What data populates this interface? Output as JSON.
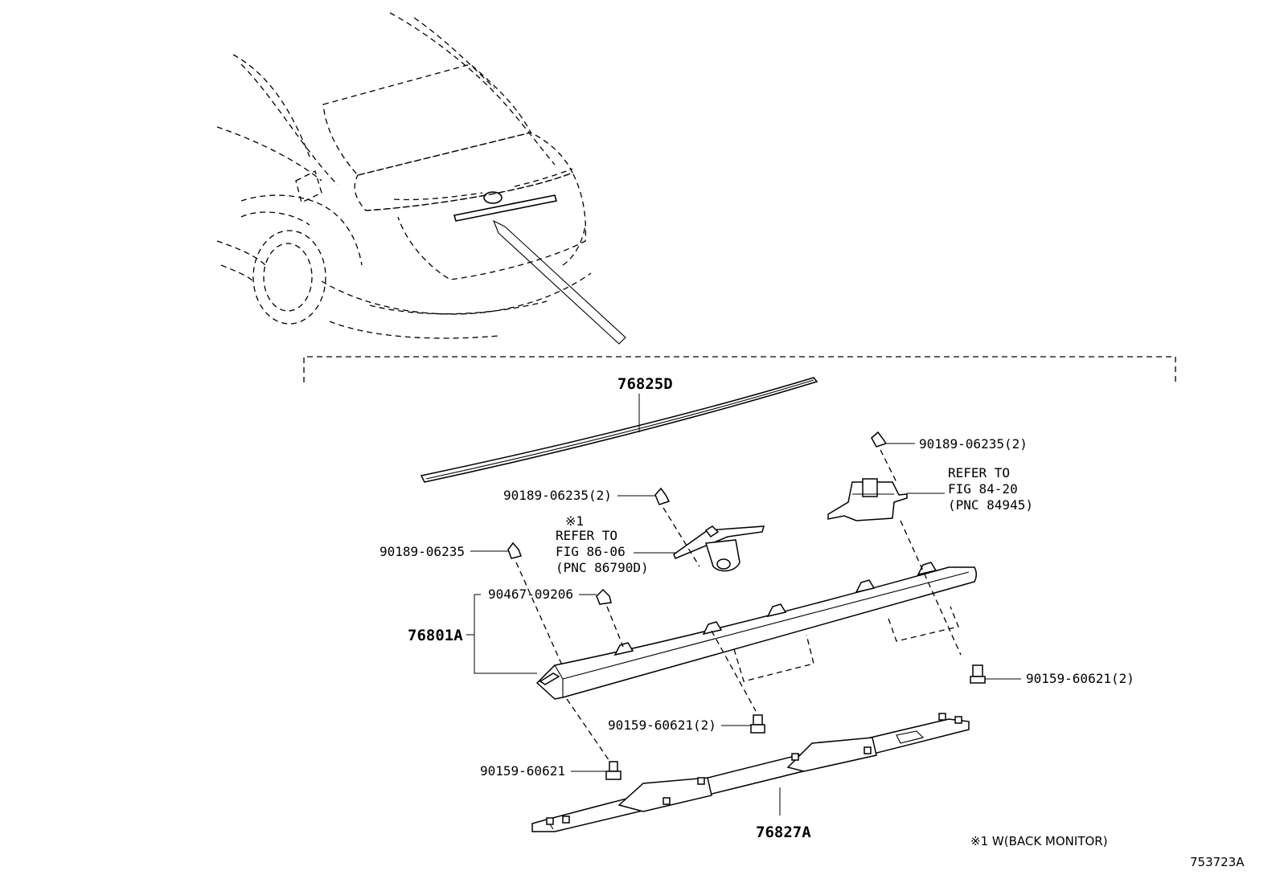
{
  "callouts": {
    "p76825D": "76825D",
    "p90189_top_right": "90189-06235(2)",
    "refer_right_1": "REFER TO",
    "refer_right_2": "FIG 84-20",
    "refer_right_3": "(PNC 84945)",
    "p90189_mid": "90189-06235(2)",
    "note_mark": "※1",
    "refer_left_1": "REFER TO",
    "refer_left_2": "FIG 86-06",
    "refer_left_3": "(PNC 86790D)",
    "p90189_left": "90189-06235",
    "p90467": "90467-09206",
    "p76801A": "76801A",
    "p90159_right": "90159-60621(2)",
    "p90159_mid": "90159-60621(2)",
    "p90159_left": "90159-60621",
    "p76827A": "76827A"
  },
  "footnote": "※1 W(BACK MONITOR)",
  "figure_id": "753723A"
}
